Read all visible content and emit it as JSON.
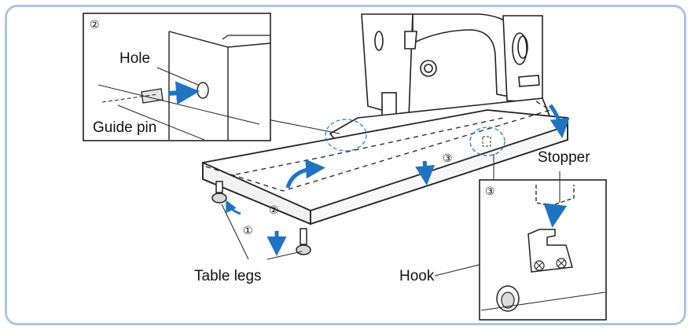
{
  "labels": {
    "hole": "Hole",
    "guide_pin": "Guide pin",
    "stopper": "Stopper",
    "hook": "Hook",
    "table_legs": "Table legs"
  },
  "steps": {
    "step1": "①",
    "step2": "②",
    "step3": "③"
  },
  "colors": {
    "frame": "#a9c6e6",
    "arrow": "#1e74c2",
    "circle": "#3a88cf",
    "ink": "#222222"
  }
}
